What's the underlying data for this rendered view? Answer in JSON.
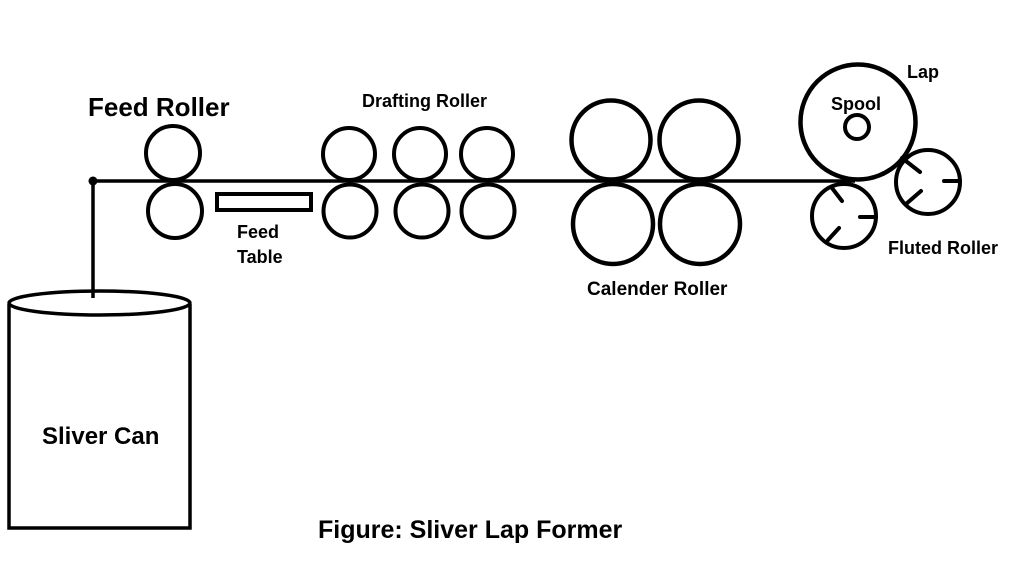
{
  "figure": {
    "caption": "Figure: Sliver Lap Former"
  },
  "colors": {
    "background": "#ffffff",
    "ink": "#000000"
  },
  "labels": {
    "feed_roller": "Feed Roller",
    "feed_table_line1": "Feed",
    "feed_table_line2": "Table",
    "drafting_roller": "Drafting Roller",
    "calender_roller": "Calender Roller",
    "lap": "Lap",
    "spool": "Spool",
    "fluted_roller": "Fluted Roller",
    "sliver_can": "Sliver Can"
  },
  "components": [
    {
      "name": "sliver-can",
      "label": "Sliver Can"
    },
    {
      "name": "feed-roller",
      "label": "Feed Roller",
      "roller_pairs": 1
    },
    {
      "name": "feed-table",
      "label": "Feed Table"
    },
    {
      "name": "drafting-roller",
      "label": "Drafting Roller",
      "roller_pairs": 3
    },
    {
      "name": "calender-roller",
      "label": "Calender Roller",
      "roller_pairs": 2
    },
    {
      "name": "lap",
      "label": "Lap"
    },
    {
      "name": "spool",
      "label": "Spool"
    },
    {
      "name": "fluted-roller",
      "label": "Fluted Roller",
      "count": 2
    }
  ]
}
